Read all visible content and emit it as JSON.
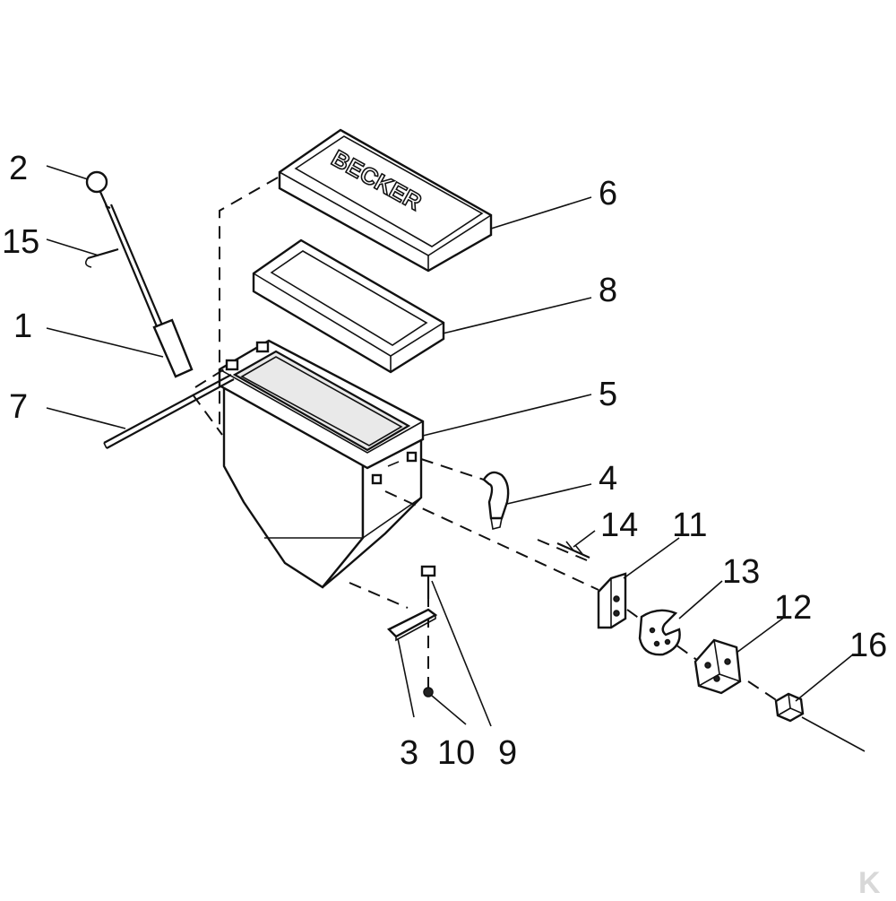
{
  "diagram": {
    "lid_text": "BECKER",
    "watermark": "K",
    "colors": {
      "line": "#111111",
      "background": "#ffffff",
      "shade": "#e9e9e9"
    },
    "callouts": [
      {
        "id": "c2",
        "text": "2"
      },
      {
        "id": "c15",
        "text": "15"
      },
      {
        "id": "c1",
        "text": "1"
      },
      {
        "id": "c7",
        "text": "7"
      },
      {
        "id": "c6",
        "text": "6"
      },
      {
        "id": "c8",
        "text": "8"
      },
      {
        "id": "c5",
        "text": "5"
      },
      {
        "id": "c4",
        "text": "4"
      },
      {
        "id": "c14",
        "text": "14"
      },
      {
        "id": "c11",
        "text": "11"
      },
      {
        "id": "c13",
        "text": "13"
      },
      {
        "id": "c12",
        "text": "12"
      },
      {
        "id": "c16",
        "text": "16"
      },
      {
        "id": "c3",
        "text": "3"
      },
      {
        "id": "c10",
        "text": "10"
      },
      {
        "id": "c9",
        "text": "9"
      }
    ]
  }
}
